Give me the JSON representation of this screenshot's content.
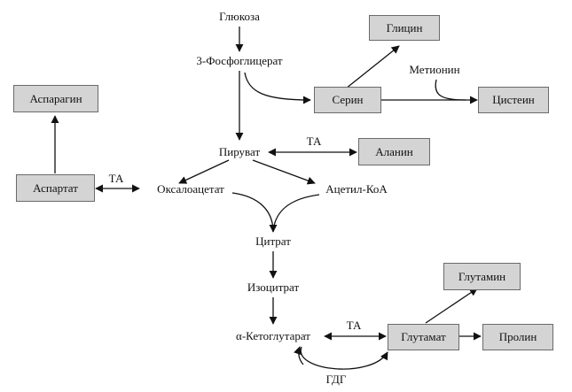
{
  "nodes": {
    "glucose": "Глюкоза",
    "phosphoglycerate": "3-Фосфоглицерат",
    "glycine": "Глицин",
    "methionine": "Метионин",
    "serine": "Серин",
    "cysteine": "Цистеин",
    "asparagine": "Аспарагин",
    "pyruvate": "Пируват",
    "alanine": "Аланин",
    "aspartate": "Аспартат",
    "oxaloacetate": "Оксалоацетат",
    "acetyl_coa": "Ацетил-КоА",
    "citrate": "Цитрат",
    "isocitrate": "Изоцитрат",
    "alpha_ketoglutarate": "α-Кетоглутарат",
    "glutamine": "Глутамин",
    "glutamate": "Глутамат",
    "proline": "Пролин"
  },
  "enzymes": {
    "ta_pyruvate": "ТА",
    "ta_aspartate": "ТА",
    "ta_glutamate": "ТА",
    "gdg": "ГДГ"
  }
}
